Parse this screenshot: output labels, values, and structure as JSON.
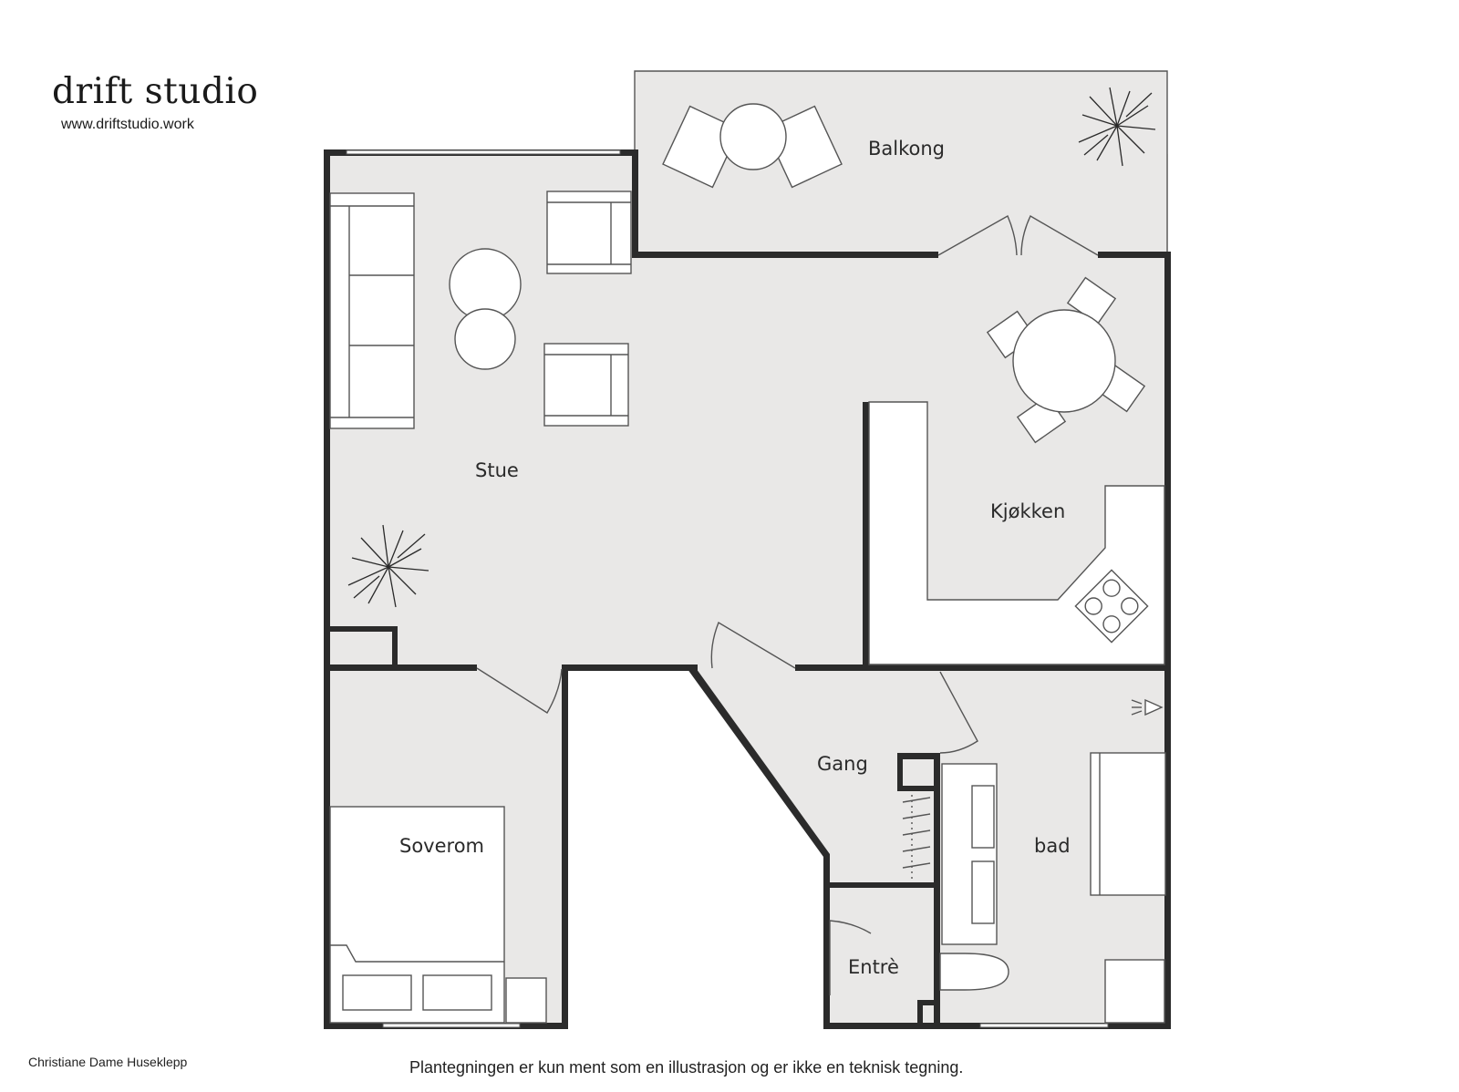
{
  "brand": {
    "name": "drift studio",
    "url": "www.driftstudio.work"
  },
  "credit": "Christiane Dame Huseklepp",
  "disclaimer": "Plantegningen er kun ment som en illustrasjon og er ikke en teknisk tegning.",
  "rooms": {
    "balkong": "Balkong",
    "stue": "Stue",
    "kjokken": "Kjøkken",
    "gang": "Gang",
    "soverom": "Soverom",
    "bad": "bad",
    "entre": "Entrè"
  },
  "colors": {
    "floor": "#e9e8e7",
    "wall": "#2b2b2b",
    "furniture": "#ffffff"
  }
}
